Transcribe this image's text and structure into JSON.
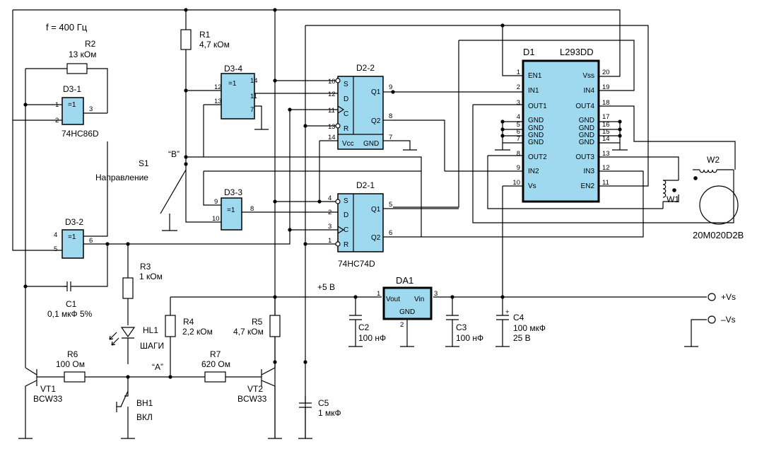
{
  "frequency": "f = 400 Гц",
  "components": {
    "R1": {
      "ref": "R1",
      "value": "4,7 кОм"
    },
    "R2": {
      "ref": "R2",
      "value": "13 кОм"
    },
    "R3": {
      "ref": "R3",
      "value": "1 кОм"
    },
    "R4": {
      "ref": "R4",
      "value": "2,2 кОм"
    },
    "R5": {
      "ref": "R5",
      "value": "4,7 кОм"
    },
    "R6": {
      "ref": "R6",
      "value": "100 Ом"
    },
    "R7": {
      "ref": "R7",
      "value": "620 Ом"
    },
    "C1": {
      "ref": "C1",
      "value": "0,1 мкФ 5%"
    },
    "C2": {
      "ref": "C2",
      "value": "100 нФ"
    },
    "C3": {
      "ref": "C3",
      "value": "100 нФ"
    },
    "C4": {
      "ref": "C4",
      "value": "100 мкФ",
      "value2": "25 В",
      "polarity": "+"
    },
    "C5": {
      "ref": "C5",
      "value": "1 мкФ"
    },
    "VT1": {
      "ref": "VT1",
      "type": "BCW33"
    },
    "VT2": {
      "ref": "VT2",
      "type": "BCW33"
    },
    "HL1": {
      "ref": "HL1",
      "label": "ШАГИ"
    },
    "BH1": {
      "ref": "ВН1",
      "label": "ВКЛ"
    },
    "S1": {
      "ref": "S1",
      "label": "Направление",
      "node": "“B”"
    },
    "nodeA": "“A”",
    "W1": "W1",
    "W2": "W2",
    "motor": "20M020D2B"
  },
  "chips": {
    "d3_1": {
      "ref": "D3-1",
      "func": "=1",
      "part": "74HC86D",
      "pins": [
        "1",
        "2",
        "3"
      ]
    },
    "d3_2": {
      "ref": "D3-2",
      "func": "=1",
      "pins": [
        "4",
        "5",
        "6"
      ]
    },
    "d3_3": {
      "ref": "D3-3",
      "func": "=1",
      "pins": [
        "9",
        "10",
        "8"
      ]
    },
    "d3_4": {
      "ref": "D3-4",
      "func": "=1",
      "pins": [
        "14",
        "12",
        "11",
        "13",
        "7"
      ]
    },
    "d2_2": {
      "ref": "D2-2",
      "pins": [
        "10",
        "12",
        "11",
        "13",
        "14",
        "9",
        "8",
        "7"
      ],
      "labels": [
        "S",
        "D",
        "C",
        "R",
        "Vcc",
        "GND",
        "Q1",
        "Q2"
      ]
    },
    "d2_1": {
      "ref": "D2-1",
      "part": "74HC74D",
      "pins": [
        "4",
        "2",
        "3",
        "1",
        "5",
        "6"
      ],
      "labels": [
        "S",
        "D",
        "C",
        "R",
        "Q1",
        "Q2"
      ]
    },
    "d1": {
      "ref": "D1",
      "part": "L293DD",
      "left_labels": [
        "EN1",
        "IN1",
        "OUT1",
        "GND",
        "GND",
        "GND",
        "GND",
        "OUT2",
        "IN2",
        "Vs"
      ],
      "left_pins": [
        "1",
        "2",
        "3",
        "4",
        "5",
        "6",
        "7",
        "8",
        "9",
        "10"
      ],
      "right_labels": [
        "Vss",
        "IN4",
        "OUT4",
        "GND",
        "GND",
        "GND",
        "GND",
        "OUT3",
        "IN3",
        "EN2"
      ],
      "right_pins": [
        "20",
        "19",
        "18",
        "17",
        "16",
        "15",
        "14",
        "13",
        "12",
        "11"
      ]
    },
    "da1": {
      "ref": "DA1",
      "vout": "Vout",
      "vin": "Vin",
      "gnd": "GND",
      "pins": [
        "1",
        "3",
        "2"
      ]
    }
  },
  "rails": {
    "plus5": "+5 В",
    "vs_plus": "+Vs",
    "vs_minus": "–Vs"
  }
}
